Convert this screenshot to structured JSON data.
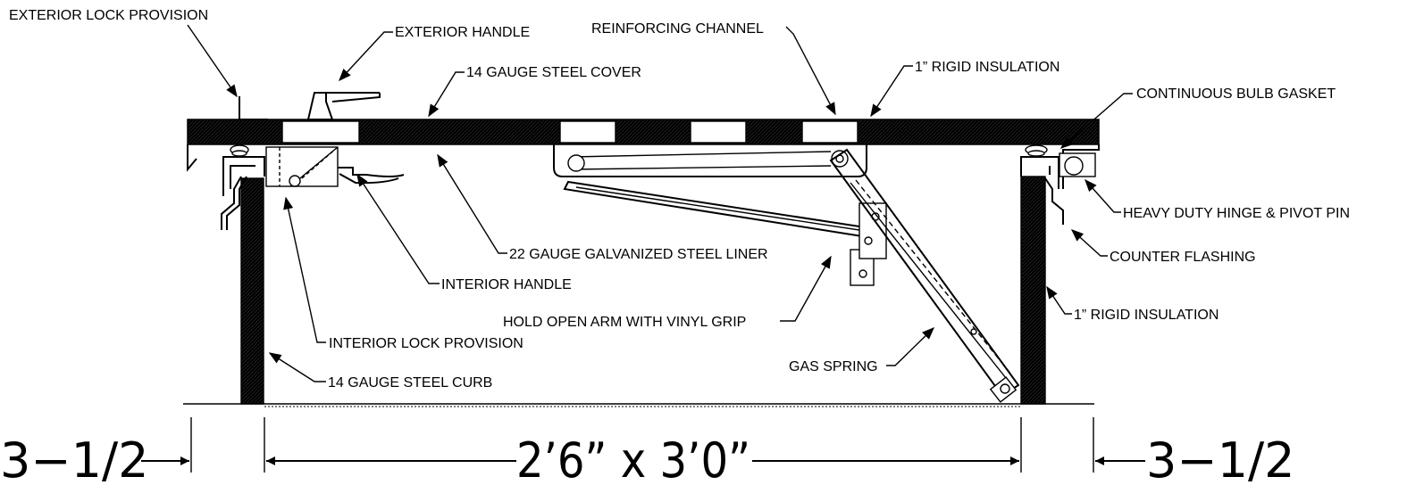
{
  "labels": {
    "exterior_lock_provision": "EXTERIOR LOCK PROVISION",
    "exterior_handle": "EXTERIOR HANDLE",
    "steel_cover": "14 GAUGE STEEL COVER",
    "reinforcing_channel": "REINFORCING CHANNEL",
    "rigid_insulation_top": "1” RIGID INSULATION",
    "bulb_gasket": "CONTINUOUS BULB GASKET",
    "hinge_pivot": "HEAVY DUTY HINGE & PIVOT PIN",
    "counter_flashing": "COUNTER FLASHING",
    "rigid_insulation_side": "1” RIGID INSULATION",
    "steel_liner": "22 GAUGE GALVANIZED STEEL LINER",
    "interior_handle": "INTERIOR HANDLE",
    "hold_open_arm": "HOLD OPEN ARM WITH VINYL GRIP",
    "interior_lock_provision": "INTERIOR LOCK PROVISION",
    "gas_spring": "GAS SPRING",
    "steel_curb": "14 GAUGE STEEL CURB"
  },
  "dimensions": {
    "left": "3−1/2",
    "center": "2’6” x 3’0”",
    "right": "3−1/2"
  }
}
